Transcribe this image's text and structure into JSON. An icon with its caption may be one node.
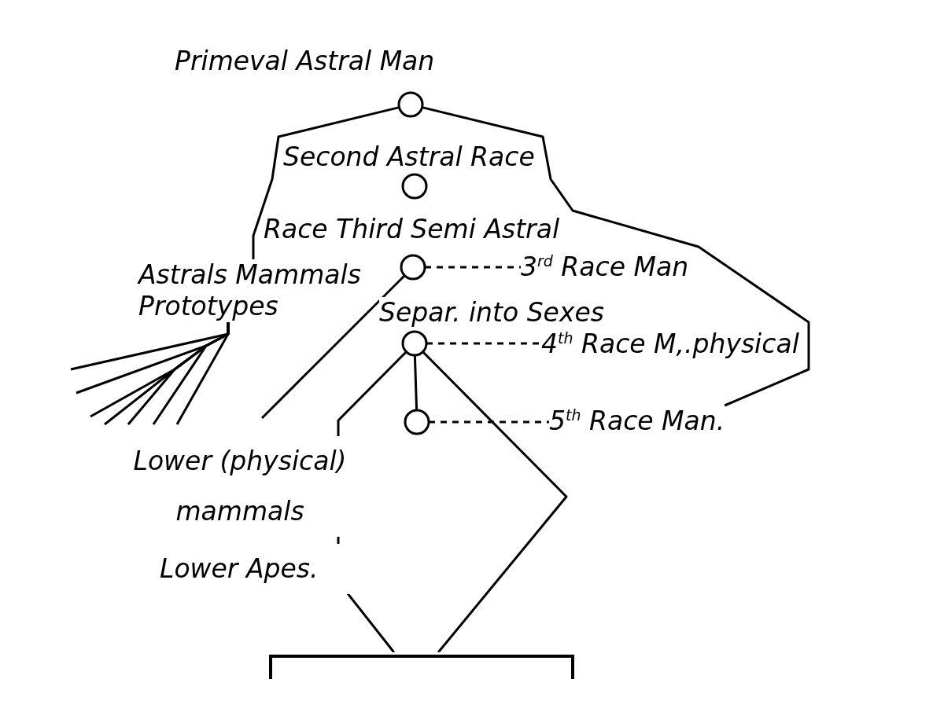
{
  "diagram": {
    "nodes": [
      {
        "text": [
          "Primeval Astral Man"
        ]
      },
      {
        "text": [
          "Second Astral Race"
        ]
      },
      {
        "text": [
          "Race Third Semi Astral"
        ]
      },
      {
        "text": [
          "Separ. into Sexes"
        ]
      },
      {
        "text": [],
        "shape": "circle"
      },
      {
        "text": [
          "3$^{rd}$ Race Man"
        ]
      },
      {
        "text": [
          "4$^{th}$ Race M,.physical"
        ]
      },
      {
        "text": [
          "5$^{th}$ Race Man."
        ]
      },
      {
        "text": [
          "Astrals Mammals Prototypes"
        ]
      },
      {
        "text": [],
        "shape": "bar"
      }
    ],
    "edges": [
      {
        "from": 0,
        "to": 8,
        "arrow": "none"
      },
      {
        "from": 8,
        "to": null,
        "arrow": "none"
      },
      {
        "from": 8,
        "to": null,
        "arrow": "none"
      },
      {
        "from": 8,
        "to": null,
        "arrow": "none"
      },
      {
        "from": 8,
        "to": null,
        "arrow": "none"
      },
      {
        "from": 8,
        "to": null,
        "arrow": "none"
      },
      {
        "from": 8,
        "to": null,
        "arrow": "none"
      },
      {
        "from": 8,
        "to": null,
        "arrow": "none"
      },
      {
        "from": 0,
        "to": 7,
        "arrow": "none"
      },
      {
        "from": 2,
        "to": null,
        "arrow": "none"
      },
      {
        "from": 2,
        "to": 5,
        "arrow": "none",
        "style": "dashed"
      },
      {
        "from": 3,
        "to": 6,
        "arrow": "none",
        "style": "dashed"
      },
      {
        "from": 4,
        "to": 7,
        "arrow": "none",
        "style": "dashed"
      },
      {
        "from": 3,
        "to": 4,
        "arrow": "none"
      },
      {
        "from": 3,
        "to": 9,
        "arrow": "none"
      },
      {
        "from": 3,
        "to": 9,
        "arrow": "none"
      }
    ],
    "labels": [
      "Lower (physical) mammals",
      "Lower Apes."
    ]
  }
}
